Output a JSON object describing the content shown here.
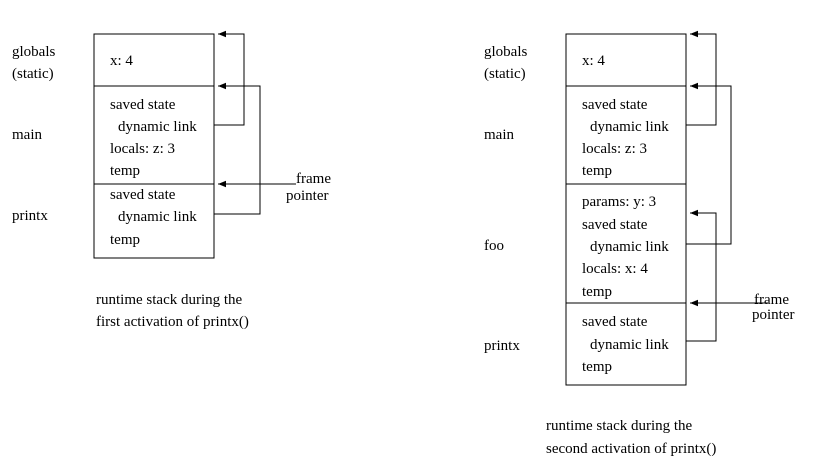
{
  "left": {
    "globals_label_1": "globals",
    "globals_label_2": "(static)",
    "main_label": "main",
    "printx_label": "printx",
    "globals_x": "x: 4",
    "main_saved_state": "saved state",
    "main_dynamic_link": "dynamic link",
    "main_locals": "locals: z: 3",
    "main_temp": "temp",
    "printx_saved_state": "saved state",
    "printx_dynamic_link": "dynamic link",
    "printx_temp": "temp",
    "frame_pointer_1": "frame",
    "frame_pointer_2": "pointer",
    "caption_1": "runtime stack during the",
    "caption_2": "first activation of printx()"
  },
  "right": {
    "globals_label_1": "globals",
    "globals_label_2": "(static)",
    "main_label": "main",
    "foo_label": "foo",
    "printx_label": "printx",
    "globals_x": "x: 4",
    "main_saved_state": "saved state",
    "main_dynamic_link": "dynamic link",
    "main_locals": "locals: z: 3",
    "main_temp": "temp",
    "foo_params": "params: y: 3",
    "foo_saved_state": "saved state",
    "foo_dynamic_link": "dynamic link",
    "foo_locals": "locals: x: 4",
    "foo_temp": "temp",
    "printx_saved_state": "saved state",
    "printx_dynamic_link": "dynamic link",
    "printx_temp": "temp",
    "frame_pointer_1": "frame",
    "frame_pointer_2": "pointer",
    "caption_1": "runtime stack during the",
    "caption_2": "second activation of printx()"
  }
}
